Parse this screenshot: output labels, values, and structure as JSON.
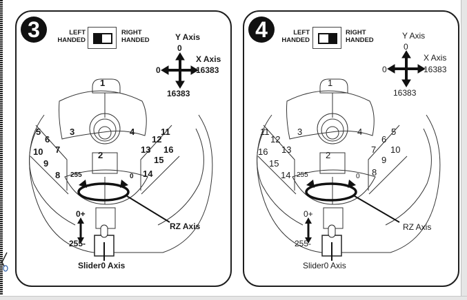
{
  "panels": [
    {
      "step": "3",
      "left_handed_label": [
        "LEFT",
        "HANDED"
      ],
      "right_handed_label": [
        "RIGHT",
        "HANDED"
      ],
      "switch_position": "left",
      "y_axis": {
        "title": "Y Axis",
        "min": "0",
        "max": "16383"
      },
      "x_axis": {
        "title": "X Axis",
        "min": "0",
        "max": "16383"
      },
      "buttons": {
        "b1": "1",
        "b2": "2",
        "b3": "3",
        "b4": "4",
        "b5": "5",
        "b6": "6",
        "b7": "7",
        "b8": "8",
        "b9": "9",
        "b10": "10",
        "b11": "11",
        "b12": "12",
        "b13": "13",
        "b14": "14",
        "b15": "15",
        "b16": "16"
      },
      "rz_axis": {
        "title": "RZ Axis",
        "left_value": "255",
        "right_value": "0"
      },
      "slider_axis": {
        "title": "Slider0 Axis",
        "top_value": "0+",
        "bottom_value": "255-"
      }
    },
    {
      "step": "4",
      "left_handed_label": [
        "LEFT",
        "HANDED"
      ],
      "right_handed_label": [
        "RIGHT",
        "HANDED"
      ],
      "switch_position": "right",
      "y_axis": {
        "title": "Y Axis",
        "min": "0",
        "max": "16383"
      },
      "x_axis": {
        "title": "X Axis",
        "min": "0",
        "max": "16383"
      },
      "buttons": {
        "b1": "1",
        "b2": "2",
        "b3": "3",
        "b4": "4",
        "b5": "5",
        "b6": "6",
        "b7": "7",
        "b8": "8",
        "b9": "9",
        "b10": "10",
        "b11": "11",
        "b12": "12",
        "b13": "13",
        "b14": "14",
        "b15": "15",
        "b16": "16"
      },
      "rz_axis": {
        "title": "RZ Axis",
        "left_value": "255",
        "right_value": "0"
      },
      "slider_axis": {
        "title": "Slider0 Axis",
        "top_value": "0+",
        "bottom_value": "255-"
      }
    }
  ]
}
